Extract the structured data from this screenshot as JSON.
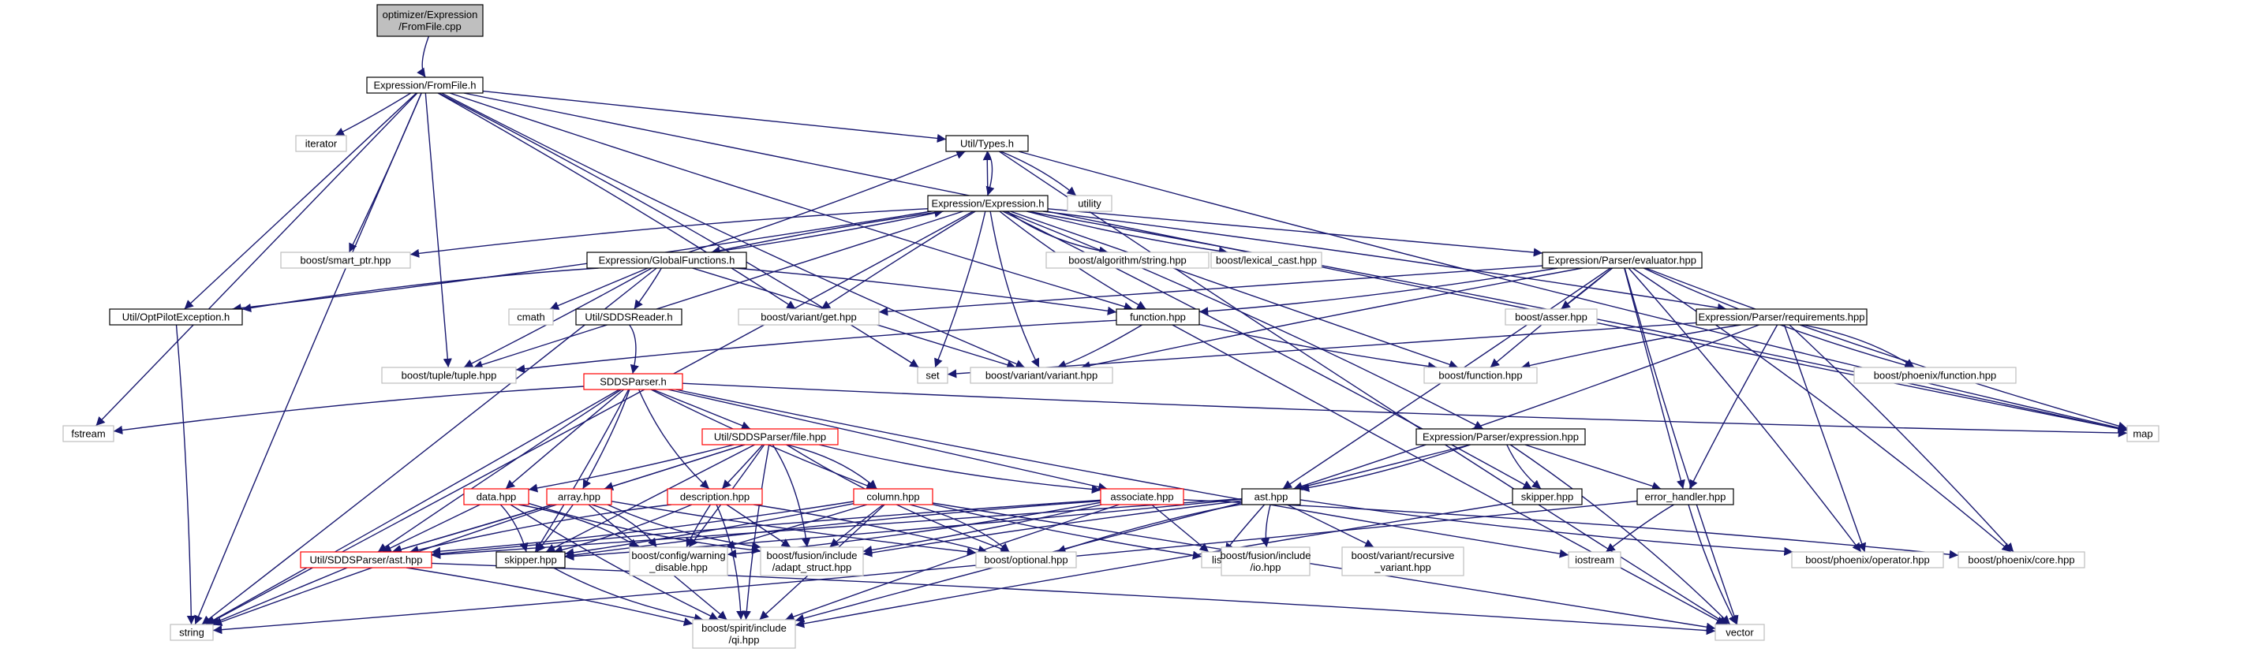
{
  "diagram": {
    "colors": {
      "edge": "#191970",
      "root_fill": "#bfbfbf",
      "border_project": "#000000",
      "border_truncated": "#ff0000",
      "border_system": "#bfbfbf",
      "node_fill": "#ffffff"
    },
    "nodes": [
      {
        "id": "root",
        "lines": [
          "optimizer/Expression",
          "/FromFile.cpp"
        ],
        "kind": "root"
      },
      {
        "id": "fromfile_h",
        "lines": [
          "Expression/FromFile.h"
        ],
        "kind": "project"
      },
      {
        "id": "iterator",
        "lines": [
          "iterator"
        ],
        "kind": "system"
      },
      {
        "id": "types_h",
        "lines": [
          "Util/Types.h"
        ],
        "kind": "project"
      },
      {
        "id": "utility",
        "lines": [
          "utility"
        ],
        "kind": "system"
      },
      {
        "id": "expression_h",
        "lines": [
          "Expression/Expression.h"
        ],
        "kind": "project"
      },
      {
        "id": "smart_ptr",
        "lines": [
          "boost/smart_ptr.hpp"
        ],
        "kind": "system"
      },
      {
        "id": "algorithm_string",
        "lines": [
          "boost/algorithm/string.hpp"
        ],
        "kind": "system"
      },
      {
        "id": "lexical_cast",
        "lines": [
          "boost/lexical_cast.hpp"
        ],
        "kind": "system"
      },
      {
        "id": "evaluator",
        "lines": [
          "Expression/Parser/evaluator.hpp"
        ],
        "kind": "project"
      },
      {
        "id": "globalfunctions",
        "lines": [
          "Expression/GlobalFunctions.h"
        ],
        "kind": "project"
      },
      {
        "id": "optpilot",
        "lines": [
          "Util/OptPilotException.h"
        ],
        "kind": "project"
      },
      {
        "id": "cmath",
        "lines": [
          "cmath"
        ],
        "kind": "system"
      },
      {
        "id": "sddsreader",
        "lines": [
          "Util/SDDSReader.h"
        ],
        "kind": "project"
      },
      {
        "id": "variant_get",
        "lines": [
          "boost/variant/get.hpp"
        ],
        "kind": "system"
      },
      {
        "id": "function_hpp",
        "lines": [
          "function.hpp"
        ],
        "kind": "project"
      },
      {
        "id": "asser",
        "lines": [
          "boost/asser.hpp"
        ],
        "kind": "system"
      },
      {
        "id": "requirements",
        "lines": [
          "Expression/Parser/requirements.hpp"
        ],
        "kind": "project"
      },
      {
        "id": "tuple",
        "lines": [
          "boost/tuple/tuple.hpp"
        ],
        "kind": "system"
      },
      {
        "id": "set",
        "lines": [
          "set"
        ],
        "kind": "system"
      },
      {
        "id": "variant",
        "lines": [
          "boost/variant/variant.hpp"
        ],
        "kind": "system"
      },
      {
        "id": "boost_function",
        "lines": [
          "boost/function.hpp"
        ],
        "kind": "system"
      },
      {
        "id": "phoenix_function",
        "lines": [
          "boost/phoenix/function.hpp"
        ],
        "kind": "system"
      },
      {
        "id": "sddsparser_h",
        "lines": [
          "SDDSParser.h"
        ],
        "kind": "truncated"
      },
      {
        "id": "fstream",
        "lines": [
          "fstream"
        ],
        "kind": "system"
      },
      {
        "id": "map",
        "lines": [
          "map"
        ],
        "kind": "system"
      },
      {
        "id": "file_hpp",
        "lines": [
          "Util/SDDSParser/file.hpp"
        ],
        "kind": "truncated"
      },
      {
        "id": "expr_parser",
        "lines": [
          "Expression/Parser/expression.hpp"
        ],
        "kind": "project"
      },
      {
        "id": "data_hpp",
        "lines": [
          "data.hpp"
        ],
        "kind": "truncated"
      },
      {
        "id": "array_hpp",
        "lines": [
          "array.hpp"
        ],
        "kind": "truncated"
      },
      {
        "id": "description_hpp",
        "lines": [
          "description.hpp"
        ],
        "kind": "truncated"
      },
      {
        "id": "column_hpp",
        "lines": [
          "column.hpp"
        ],
        "kind": "truncated"
      },
      {
        "id": "associate_hpp",
        "lines": [
          "associate.hpp"
        ],
        "kind": "truncated"
      },
      {
        "id": "ast_hpp",
        "lines": [
          "ast.hpp"
        ],
        "kind": "project"
      },
      {
        "id": "skipper_right",
        "lines": [
          "skipper.hpp"
        ],
        "kind": "project"
      },
      {
        "id": "error_handler",
        "lines": [
          "error_handler.hpp"
        ],
        "kind": "project"
      },
      {
        "id": "sdds_ast",
        "lines": [
          "Util/SDDSParser/ast.hpp"
        ],
        "kind": "truncated"
      },
      {
        "id": "skipper_left",
        "lines": [
          "skipper.hpp"
        ],
        "kind": "project"
      },
      {
        "id": "warning_disable",
        "lines": [
          "boost/config/warning",
          "_disable.hpp"
        ],
        "kind": "system"
      },
      {
        "id": "adapt_struct",
        "lines": [
          "boost/fusion/include",
          "/adapt_struct.hpp"
        ],
        "kind": "system"
      },
      {
        "id": "optional",
        "lines": [
          "boost/optional.hpp"
        ],
        "kind": "system"
      },
      {
        "id": "list",
        "lines": [
          "list"
        ],
        "kind": "system"
      },
      {
        "id": "fusion_io",
        "lines": [
          "boost/fusion/include",
          "/io.hpp"
        ],
        "kind": "system"
      },
      {
        "id": "recursive_variant",
        "lines": [
          "boost/variant/recursive",
          "_variant.hpp"
        ],
        "kind": "system"
      },
      {
        "id": "iostream",
        "lines": [
          "iostream"
        ],
        "kind": "system"
      },
      {
        "id": "phoenix_operator",
        "lines": [
          "boost/phoenix/operator.hpp"
        ],
        "kind": "system"
      },
      {
        "id": "phoenix_core",
        "lines": [
          "boost/phoenix/core.hpp"
        ],
        "kind": "system"
      },
      {
        "id": "string",
        "lines": [
          "string"
        ],
        "kind": "system"
      },
      {
        "id": "qi",
        "lines": [
          "boost/spirit/include",
          "/qi.hpp"
        ],
        "kind": "system"
      },
      {
        "id": "vector",
        "lines": [
          "vector"
        ],
        "kind": "system"
      }
    ],
    "edges": [
      [
        "root",
        "fromfile_h"
      ],
      [
        "fromfile_h",
        "iterator"
      ],
      [
        "fromfile_h",
        "types_h"
      ],
      [
        "fromfile_h",
        "smart_ptr"
      ],
      [
        "fromfile_h",
        "optpilot"
      ],
      [
        "fromfile_h",
        "fstream"
      ],
      [
        "fromfile_h",
        "string"
      ],
      [
        "fromfile_h",
        "tuple"
      ],
      [
        "fromfile_h",
        "variant_get"
      ],
      [
        "fromfile_h",
        "set"
      ],
      [
        "fromfile_h",
        "variant"
      ],
      [
        "fromfile_h",
        "function_hpp"
      ],
      [
        "fromfile_h",
        "map"
      ],
      [
        "types_h",
        "utility"
      ],
      [
        "types_h",
        "expression_h"
      ],
      [
        "types_h",
        "map"
      ],
      [
        "types_h",
        "vector"
      ],
      [
        "expression_h",
        "types_h"
      ],
      [
        "expression_h",
        "globalfunctions"
      ],
      [
        "expression_h",
        "smart_ptr"
      ],
      [
        "expression_h",
        "algorithm_string"
      ],
      [
        "expression_h",
        "lexical_cast"
      ],
      [
        "expression_h",
        "evaluator"
      ],
      [
        "expression_h",
        "requirements"
      ],
      [
        "expression_h",
        "expr_parser"
      ],
      [
        "expression_h",
        "optpilot"
      ],
      [
        "expression_h",
        "string"
      ],
      [
        "expression_h",
        "tuple"
      ],
      [
        "expression_h",
        "variant_get"
      ],
      [
        "expression_h",
        "set"
      ],
      [
        "expression_h",
        "variant"
      ],
      [
        "expression_h",
        "function_hpp"
      ],
      [
        "expression_h",
        "boost_function"
      ],
      [
        "expression_h",
        "skipper_right"
      ],
      [
        "expression_h",
        "map"
      ],
      [
        "globalfunctions",
        "types_h"
      ],
      [
        "globalfunctions",
        "expression_h"
      ],
      [
        "globalfunctions",
        "cmath"
      ],
      [
        "globalfunctions",
        "sddsreader"
      ],
      [
        "globalfunctions",
        "optpilot"
      ],
      [
        "globalfunctions",
        "string"
      ],
      [
        "globalfunctions",
        "tuple"
      ],
      [
        "globalfunctions",
        "variant"
      ],
      [
        "globalfunctions",
        "function_hpp"
      ],
      [
        "sddsreader",
        "sddsparser_h"
      ],
      [
        "evaluator",
        "function_hpp"
      ],
      [
        "evaluator",
        "asser"
      ],
      [
        "evaluator",
        "variant_get"
      ],
      [
        "evaluator",
        "variant"
      ],
      [
        "evaluator",
        "boost_function"
      ],
      [
        "evaluator",
        "phoenix_function"
      ],
      [
        "evaluator",
        "ast_hpp"
      ],
      [
        "evaluator",
        "error_handler"
      ],
      [
        "evaluator",
        "phoenix_operator"
      ],
      [
        "evaluator",
        "phoenix_core"
      ],
      [
        "evaluator",
        "map"
      ],
      [
        "evaluator",
        "vector"
      ],
      [
        "requirements",
        "set"
      ],
      [
        "requirements",
        "boost_function"
      ],
      [
        "requirements",
        "phoenix_function"
      ],
      [
        "requirements",
        "ast_hpp"
      ],
      [
        "requirements",
        "error_handler"
      ],
      [
        "requirements",
        "phoenix_operator"
      ],
      [
        "requirements",
        "phoenix_core"
      ],
      [
        "function_hpp",
        "tuple"
      ],
      [
        "function_hpp",
        "variant"
      ],
      [
        "function_hpp",
        "boost_function"
      ],
      [
        "function_hpp",
        "vector"
      ],
      [
        "optpilot",
        "string"
      ],
      [
        "sddsparser_h",
        "fstream"
      ],
      [
        "sddsparser_h",
        "map"
      ],
      [
        "sddsparser_h",
        "string"
      ],
      [
        "sddsparser_h",
        "file_hpp"
      ],
      [
        "sddsparser_h",
        "data_hpp"
      ],
      [
        "sddsparser_h",
        "array_hpp"
      ],
      [
        "sddsparser_h",
        "description_hpp"
      ],
      [
        "sddsparser_h",
        "column_hpp"
      ],
      [
        "sddsparser_h",
        "associate_hpp"
      ],
      [
        "sddsparser_h",
        "sdds_ast"
      ],
      [
        "sddsparser_h",
        "skipper_left"
      ],
      [
        "sddsparser_h",
        "iostream"
      ],
      [
        "file_hpp",
        "data_hpp"
      ],
      [
        "file_hpp",
        "array_hpp"
      ],
      [
        "file_hpp",
        "description_hpp"
      ],
      [
        "file_hpp",
        "column_hpp"
      ],
      [
        "file_hpp",
        "associate_hpp"
      ],
      [
        "file_hpp",
        "sdds_ast"
      ],
      [
        "file_hpp",
        "skipper_left"
      ],
      [
        "file_hpp",
        "warning_disable"
      ],
      [
        "file_hpp",
        "adapt_struct"
      ],
      [
        "file_hpp",
        "optional"
      ],
      [
        "file_hpp",
        "qi"
      ],
      [
        "data_hpp",
        "sdds_ast"
      ],
      [
        "data_hpp",
        "skipper_left"
      ],
      [
        "data_hpp",
        "warning_disable"
      ],
      [
        "data_hpp",
        "adapt_struct"
      ],
      [
        "data_hpp",
        "qi"
      ],
      [
        "array_hpp",
        "sdds_ast"
      ],
      [
        "array_hpp",
        "skipper_left"
      ],
      [
        "array_hpp",
        "warning_disable"
      ],
      [
        "array_hpp",
        "adapt_struct"
      ],
      [
        "array_hpp",
        "optional"
      ],
      [
        "array_hpp",
        "qi"
      ],
      [
        "array_hpp",
        "string"
      ],
      [
        "description_hpp",
        "sdds_ast"
      ],
      [
        "description_hpp",
        "skipper_left"
      ],
      [
        "description_hpp",
        "warning_disable"
      ],
      [
        "description_hpp",
        "adapt_struct"
      ],
      [
        "description_hpp",
        "optional"
      ],
      [
        "description_hpp",
        "qi"
      ],
      [
        "column_hpp",
        "sdds_ast"
      ],
      [
        "column_hpp",
        "skipper_left"
      ],
      [
        "column_hpp",
        "warning_disable"
      ],
      [
        "column_hpp",
        "adapt_struct"
      ],
      [
        "column_hpp",
        "optional"
      ],
      [
        "column_hpp",
        "qi"
      ],
      [
        "column_hpp",
        "list"
      ],
      [
        "column_hpp",
        "vector"
      ],
      [
        "associate_hpp",
        "sdds_ast"
      ],
      [
        "associate_hpp",
        "skipper_left"
      ],
      [
        "associate_hpp",
        "warning_disable"
      ],
      [
        "associate_hpp",
        "adapt_struct"
      ],
      [
        "associate_hpp",
        "list"
      ],
      [
        "associate_hpp",
        "qi"
      ],
      [
        "associate_hpp",
        "phoenix_core"
      ],
      [
        "expr_parser",
        "ast_hpp"
      ],
      [
        "expr_parser",
        "skipper_right"
      ],
      [
        "expr_parser",
        "error_handler"
      ],
      [
        "expr_parser",
        "qi"
      ],
      [
        "expr_parser",
        "vector"
      ],
      [
        "ast_hpp",
        "list"
      ],
      [
        "ast_hpp",
        "fusion_io"
      ],
      [
        "ast_hpp",
        "recursive_variant"
      ],
      [
        "ast_hpp",
        "adapt_struct"
      ],
      [
        "ast_hpp",
        "optional"
      ],
      [
        "ast_hpp",
        "phoenix_operator"
      ],
      [
        "ast_hpp",
        "skipper_left"
      ],
      [
        "ast_hpp",
        "sdds_ast"
      ],
      [
        "skipper_right",
        "qi"
      ],
      [
        "error_handler",
        "iostream"
      ],
      [
        "error_handler",
        "string"
      ],
      [
        "error_handler",
        "vector"
      ],
      [
        "sdds_ast",
        "string"
      ],
      [
        "sdds_ast",
        "qi"
      ],
      [
        "sdds_ast",
        "vector"
      ],
      [
        "skipper_left",
        "qi"
      ]
    ]
  }
}
